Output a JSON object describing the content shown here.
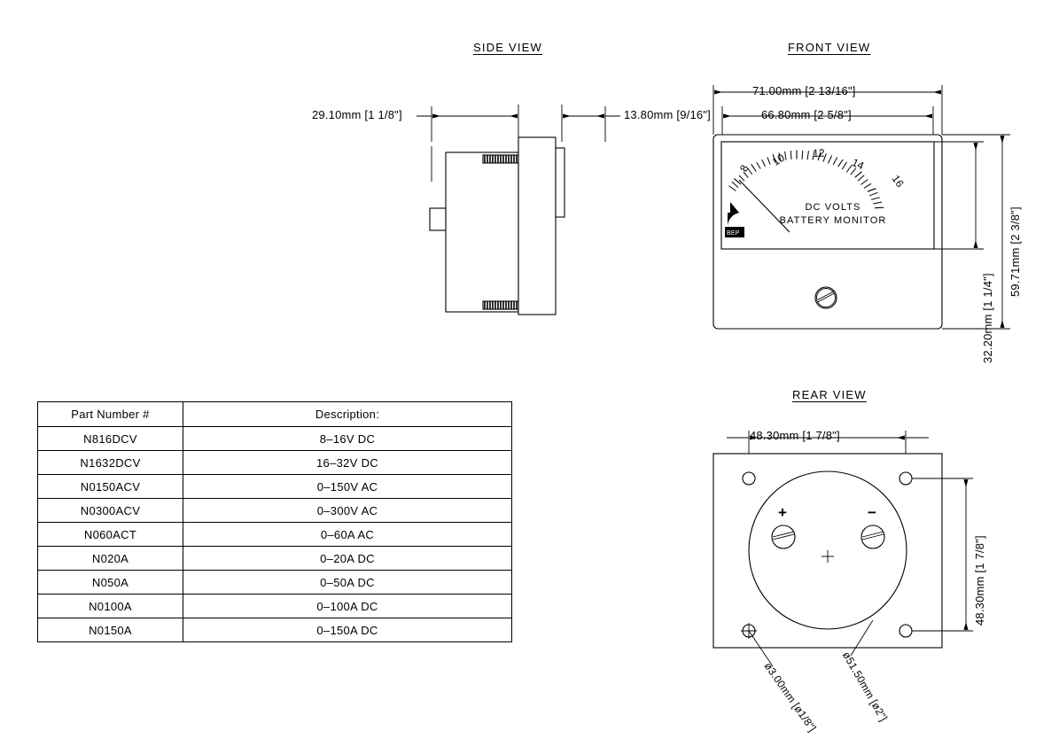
{
  "drawing": {
    "views": {
      "side": {
        "title": "SIDE VIEW"
      },
      "front": {
        "title": "FRONT VIEW"
      },
      "rear": {
        "title": "REAR VIEW"
      }
    },
    "dimensions": {
      "side_depth": "29.10mm  [1 1/8\"]",
      "side_bezel": "13.80mm  [9/16\"]",
      "front_outer_width": "71.00mm  [2 13/16\"]",
      "front_inner_width": "66.80mm  [2 5/8\"]",
      "front_height_overall": "59.71mm [2 3/8\"]",
      "front_height_window": "32.20mm [1 1/4\"]",
      "rear_hole_spacing_h": "48.30mm  [1 7/8\"]",
      "rear_hole_spacing_v": "48.30mm [1 7/8\"]",
      "rear_hole_dia": "ø3.00mm [ø1/8\"]",
      "rear_body_dia": "ø51.50mm [ø2\"]"
    },
    "meter_face": {
      "scale_numbers": [
        "8",
        "10",
        "12",
        "14",
        "16"
      ],
      "line1": "DC VOLTS",
      "line2": "BATTERY MONITOR",
      "brand": "BEP"
    },
    "rear_terminals": {
      "positive": "+",
      "negative": "−",
      "center": "+"
    }
  },
  "parts_table": {
    "headers": [
      "Part Number #",
      "Description:"
    ],
    "rows": [
      [
        "N816DCV",
        "8–16V DC"
      ],
      [
        "N1632DCV",
        "16–32V DC"
      ],
      [
        "N0150ACV",
        "0–150V AC"
      ],
      [
        "N0300ACV",
        "0–300V AC"
      ],
      [
        "N060ACT",
        "0–60A AC"
      ],
      [
        "N020A",
        "0–20A DC"
      ],
      [
        "N050A",
        "0–50A DC"
      ],
      [
        "N0100A",
        "0–100A DC"
      ],
      [
        "N0150A",
        "0–150A DC"
      ]
    ]
  }
}
